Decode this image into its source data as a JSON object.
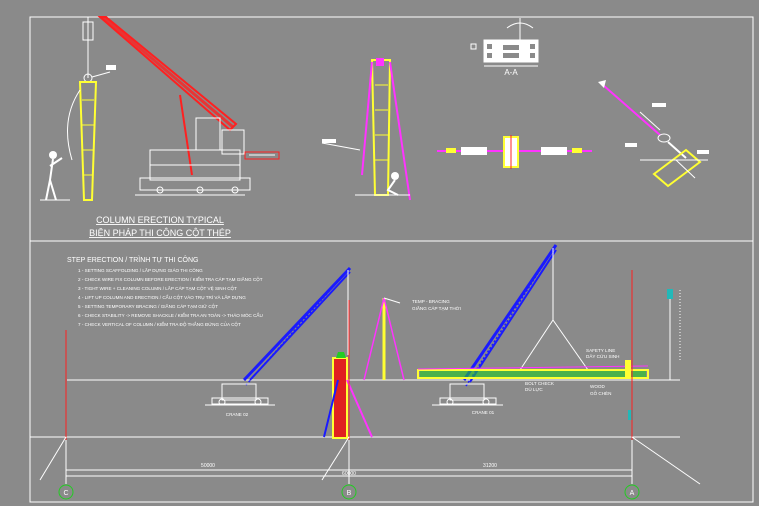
{
  "top_section": {
    "title_en": "COLUMN ERECTION TYPICAL",
    "title_vn": "BIỆN PHÁP THI CÔNG CỘT THÉP",
    "section_label": "A-A"
  },
  "steps": {
    "heading": "STEP ERECTION / TRÌNH TỰ THI CÔNG",
    "items": [
      "1 - SETTING SCAFFOLDING / LẮP DỰNG GIÁO THI CÔNG",
      "2 - CHECK WIRE FIX COLUMN BEFORE ERECTION / KIỂM TRA CÁP TẠM GIẰNG CỘT",
      "3 - TIGHT WIRE + CLEANING COLUMN / LẮP CÁP TẠM CỘT VỆ SINH CỘT",
      "4 - LIFT UP COLUMN AND ERECTION / CẨU CỘT VÀO TRỤ TRÍ VÀ LẮP DỰNG",
      "5 - SETTING TEMPORARY BRACING / GIẰNG CÁP TẠM GIỮ CỘT",
      "6 - CHECK STABILITY -> REMOVE SHACKLE / KIỂM TRA AN TOÀN -> THÁO MÓC CẨU",
      "7 - CHECK VERTICAL OF COLUMN / KIỂM TRA ĐỘ THẲNG ĐỨNG CỦA CỘT"
    ]
  },
  "annotations": {
    "temp_bracing_en": "TEMP - BRACING",
    "temp_bracing_vn": "GIẰNG CÁP TẠM THỜI",
    "safety_line_en": "SAFETY LINE",
    "safety_line_vn": "DÂY CỨU SINH",
    "bolt_check_en": "BOLT CHECK",
    "bolt_check_vn": "DÙ LỰC",
    "wood_en": "WOOD",
    "wood_vn": "GỖ CHÈN",
    "crane_left": "CRANE 02",
    "crane_right": "CRANE 01"
  },
  "dimensions": {
    "dim_left": "50000",
    "dim_total": "60000",
    "dim_right": "31200"
  },
  "grid_axes": [
    "C",
    "B",
    "A"
  ],
  "colors": {
    "background": "#8a8a8a",
    "line": "#ffffff",
    "column": "#ffff33",
    "boom": "#1a1aff",
    "sling": "#ff33ff",
    "cut": "#ff2020",
    "teal": "#22b8b8"
  }
}
